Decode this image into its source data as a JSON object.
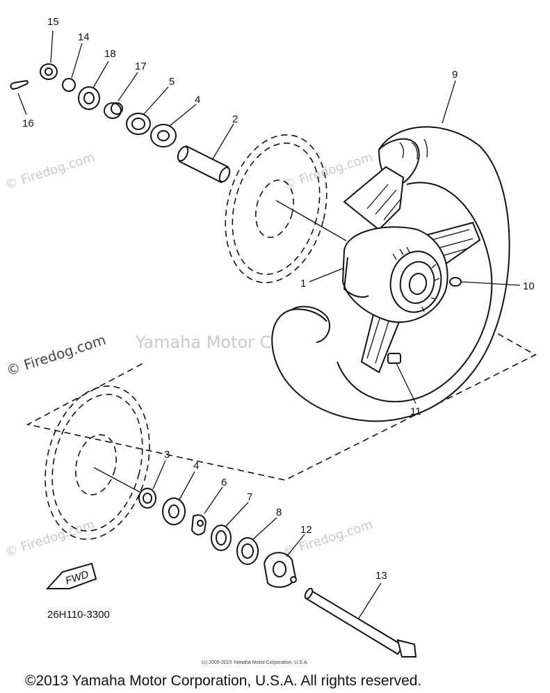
{
  "watermarks": {
    "firedog": "© Firedog.com",
    "center": "Yamaha Motor Corporation, U.S.A."
  },
  "labels": {
    "l1": "1",
    "l2": "2",
    "l3": "3",
    "l4a": "4",
    "l4b": "4",
    "l5": "5",
    "l6": "6",
    "l7": "7",
    "l8": "8",
    "l9": "9",
    "l10": "10",
    "l11": "11",
    "l12": "12",
    "l13": "13",
    "l14": "14",
    "l15": "15",
    "l16": "16",
    "l17": "17",
    "l18": "18"
  },
  "part_code": "26H110-3300",
  "fwd_mark": "FWD",
  "small_copyright": "(c) 2005-2015 Yamaha Motor Corporation, U.S.A.",
  "copyright": "©2013 Yamaha Motor Corporation, U.S.A. All rights reserved."
}
